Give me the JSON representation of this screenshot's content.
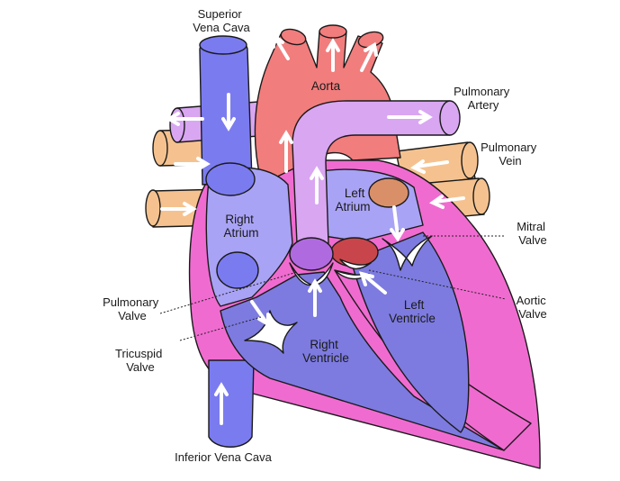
{
  "labels": {
    "superior_vena_cava": [
      "Superior",
      "Vena Cava"
    ],
    "aorta": "Aorta",
    "pulmonary_artery": [
      "Pulmonary",
      "Artery"
    ],
    "pulmonary_vein": [
      "Pulmonary",
      "Vein"
    ],
    "left_atrium": [
      "Left",
      "Atrium"
    ],
    "right_atrium": [
      "Right",
      "Atrium"
    ],
    "mitral_valve": [
      "Mitral",
      "Valve"
    ],
    "pulmonary_valve": [
      "Pulmonary",
      "Valve"
    ],
    "aortic_valve": [
      "Aortic",
      "Valve"
    ],
    "left_ventricle": [
      "Left",
      "Ventricle"
    ],
    "tricuspid_valve": [
      "Tricuspid",
      "Valve"
    ],
    "right_ventricle": [
      "Right",
      "Ventricle"
    ],
    "inferior_vena_cava": "Inferior Vena Cava"
  },
  "colors": {
    "vena_cava": "#7b7bf0",
    "aorta": "#f27d7d",
    "pulmonary_artery": "#d9a6f2",
    "pulmonary_vein": "#f5c28f",
    "heart_wall": "#f06bd0",
    "right_chambers": "#a9a3f5",
    "left_chambers": "#8d88e8",
    "valve_flap": "#ffffff"
  }
}
